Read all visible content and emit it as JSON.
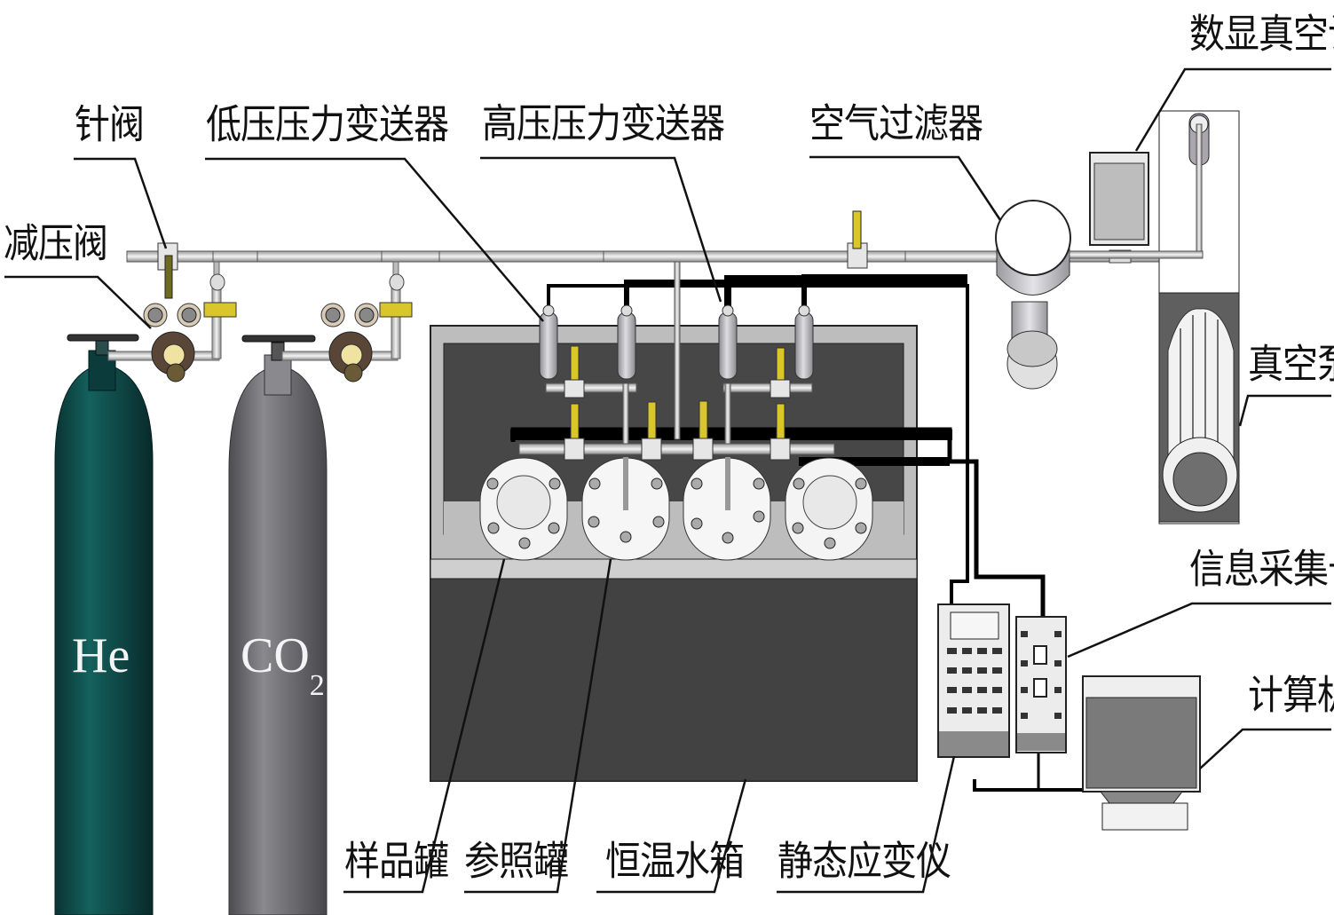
{
  "diagram": {
    "title": "He/CO2 adsorption experiment apparatus schematic",
    "labels": {
      "needle_valve": "针阀",
      "pressure_reducer": "减压阀",
      "low_pressure_transmitter": "低压压力变送器",
      "high_pressure_transmitter": "高压压力变送器",
      "air_filter": "空气过滤器",
      "digital_vacuum_gauge": "数显真空计",
      "vacuum_pump": "真空泵",
      "data_acquisition_card": "信息采集卡",
      "computer": "计算机",
      "sample_tank": "样品罐",
      "reference_tank": "参照罐",
      "thermostatic_water_tank": "恒温水箱",
      "static_strain_gauge": "静态应变仪"
    },
    "cylinders": {
      "helium": {
        "formula": "He",
        "color": "#0f4a48"
      },
      "co2": {
        "formula": "CO",
        "subscript": "2",
        "color": "#6b6a6e"
      }
    },
    "colors": {
      "pipe": "#cfcfcf",
      "valve_handle": "#d9c62a",
      "tank_outer": "#bdbdbd",
      "tank_inner": "#4a4a4a",
      "signal_wire": "#000000"
    }
  }
}
